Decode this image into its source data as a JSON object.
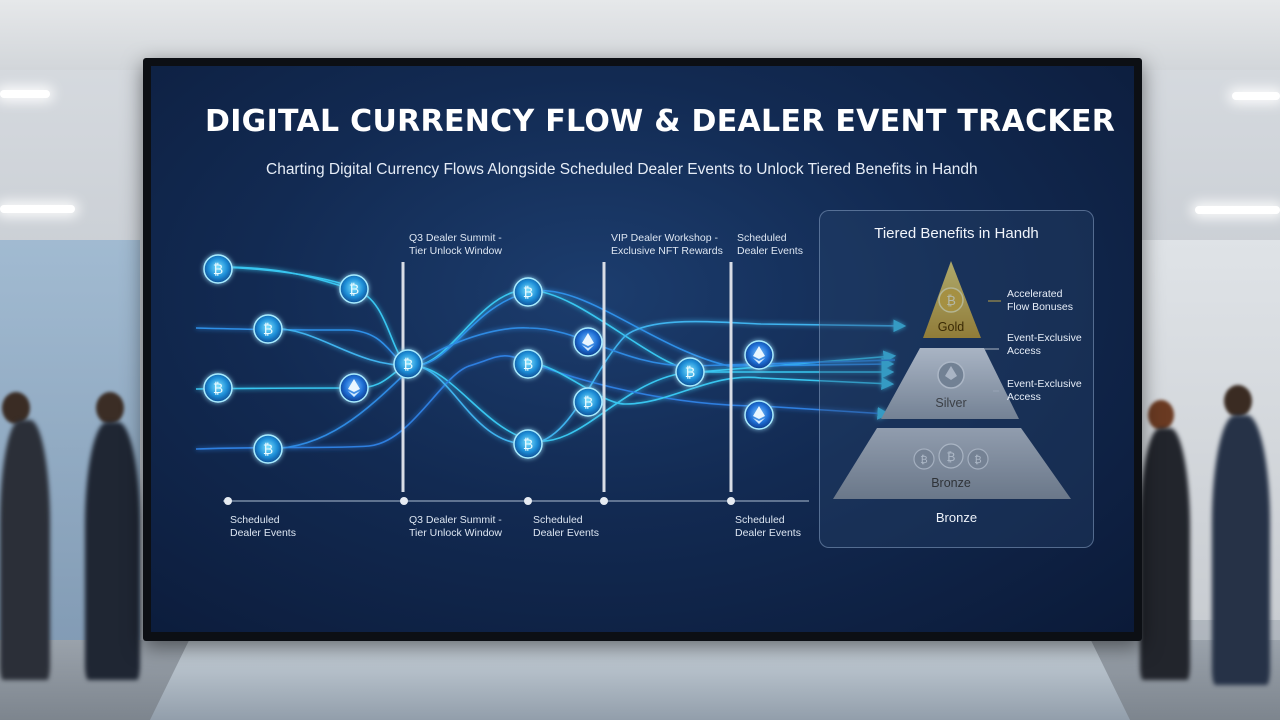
{
  "header": {
    "title": "DIGITAL CURRENCY FLOW & DEALER EVENT TRACKER",
    "subtitle": "Charting Digital Currency Flows Alongside Scheduled Dealer Events to Unlock Tiered Benefits in Handh"
  },
  "events_top": [
    {
      "line1": "Q3 Dealer Summit -",
      "line2": "Tier Unlock Window"
    },
    {
      "line1": "VIP Dealer Workshop -",
      "line2": "Exclusive NFT Rewards"
    },
    {
      "line1": "Scheduled",
      "line2": "Dealer Events"
    }
  ],
  "events_bottom": [
    {
      "line1": "Scheduled",
      "line2": "Dealer Events"
    },
    {
      "line1": "Q3 Dealer Summit -",
      "line2": "Tier Unlock Window"
    },
    {
      "line1": "Scheduled",
      "line2": "Dealer Events"
    },
    {
      "line1": "Scheduled",
      "line2": "Dealer Events"
    }
  ],
  "panel": {
    "title": "Tiered Benefits in Handh",
    "footer": "Bronze",
    "tiers": {
      "gold": "Gold",
      "silver": "Silver",
      "bronze": "Bronze"
    },
    "notes": [
      {
        "line1": "Accelerated",
        "line2": "Flow Bonuses"
      },
      {
        "line1": "Event-Exclusive",
        "line2": "Access"
      },
      {
        "line1": "Event-Exclusive",
        "line2": "Access"
      }
    ]
  },
  "icons": {
    "bitcoin": "bitcoin-coin-icon",
    "ethereum": "ethereum-coin-icon",
    "bitcoin_glyph": "₿"
  },
  "colors": {
    "screen_bg": "#122a52",
    "flow_cyan": "#39c6f0",
    "flow_blue": "#2f7fe0",
    "gold": "#e6c14a",
    "silver": "#cfd3d8",
    "bronze": "#b9bcc1"
  }
}
